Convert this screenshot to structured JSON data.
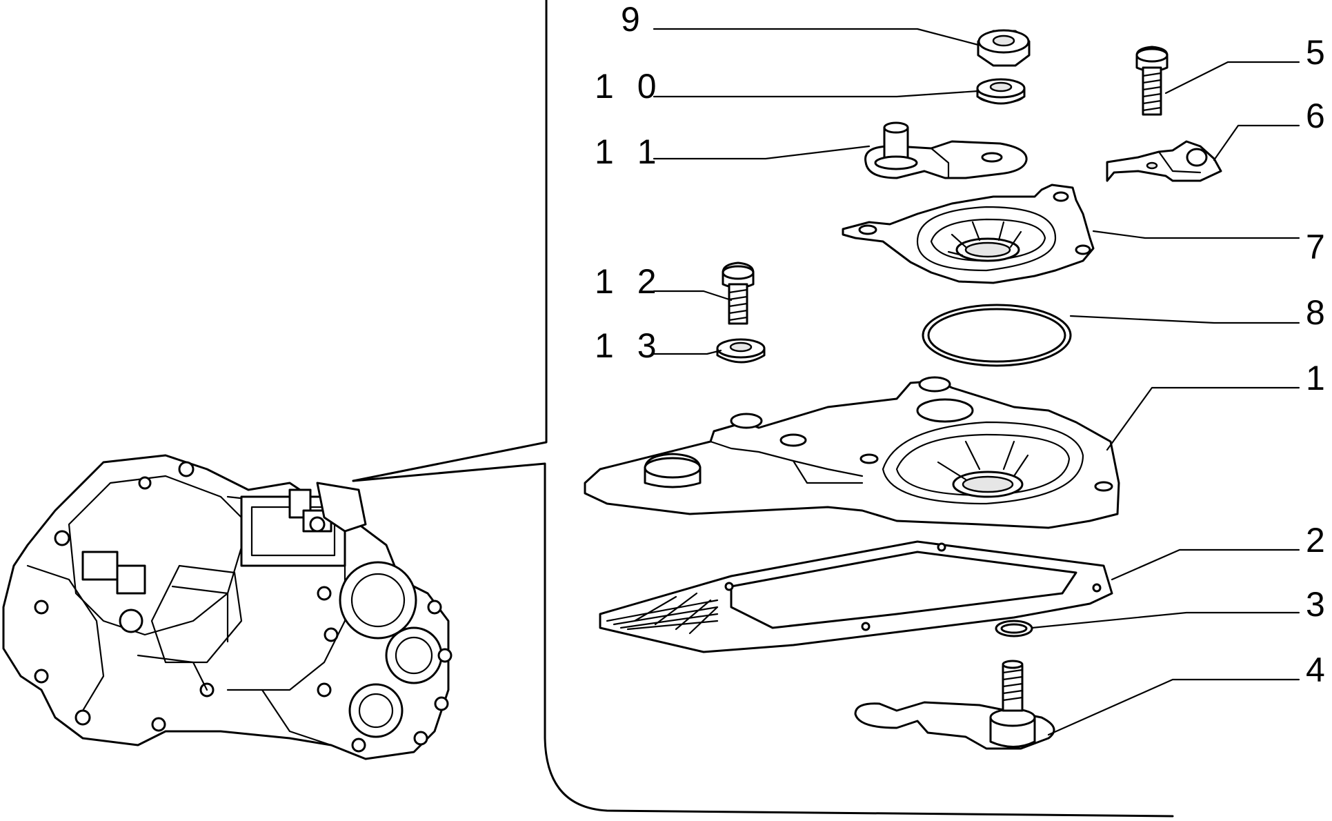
{
  "callouts": {
    "c1": "1",
    "c2": "2",
    "c3": "3",
    "c4": "4",
    "c5": "5",
    "c6": "6",
    "c7": "7",
    "c8": "8",
    "c9": "9",
    "c10": "1 0",
    "c11": "1 1",
    "c12": "1 2",
    "c13": "1 3"
  }
}
